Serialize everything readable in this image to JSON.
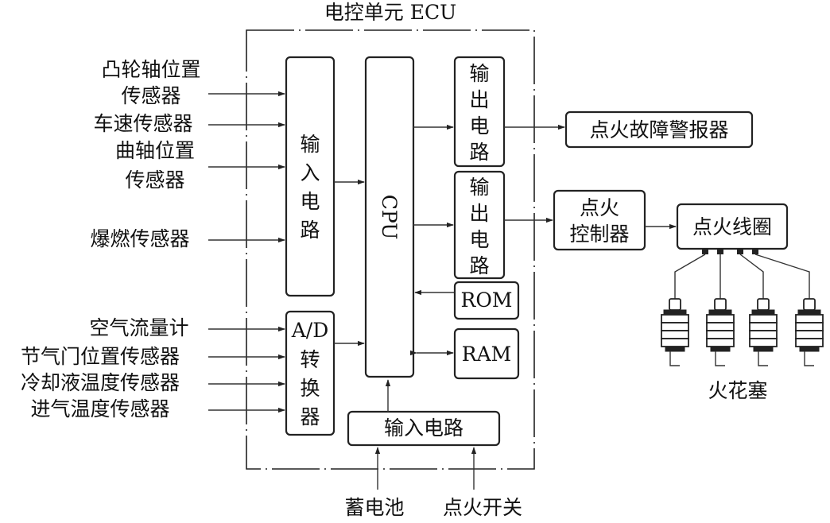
{
  "ecu_title": "电控单元 ECU",
  "sensors": {
    "camshaft_1": "凸轮轴位置",
    "camshaft_2": "传感器",
    "speed": "车速传感器",
    "crankshaft_1": "曲轴位置",
    "crankshaft_2": "传感器",
    "knock": "爆燃传感器",
    "airflow": "空气流量计",
    "throttle": "节气门位置传感器",
    "coolant": "冷却液温度传感器",
    "intake_temp": "进气温度传感器"
  },
  "blocks": {
    "input_circuit": [
      "输",
      "入",
      "电",
      "路"
    ],
    "ad_converter": [
      "A/D",
      "转",
      "换",
      "器"
    ],
    "cpu": "CPU",
    "output_circuit_1": [
      "输",
      "出",
      "电",
      "路"
    ],
    "output_circuit_2": [
      "输",
      "出",
      "电",
      "路"
    ],
    "rom": "ROM",
    "ram": "RAM",
    "bottom_input": "输入电路"
  },
  "outputs": {
    "warning": "点火故障警报器",
    "igniter_1": "点火",
    "igniter_2": "控制器",
    "coil": "点火线圈",
    "spark_plugs": "火花塞"
  },
  "bottom_inputs": {
    "battery": "蓄电池",
    "ignition_switch": "点火开关"
  },
  "colors": {
    "line": "#333333",
    "box_stroke": "#222222",
    "background": "#ffffff"
  }
}
